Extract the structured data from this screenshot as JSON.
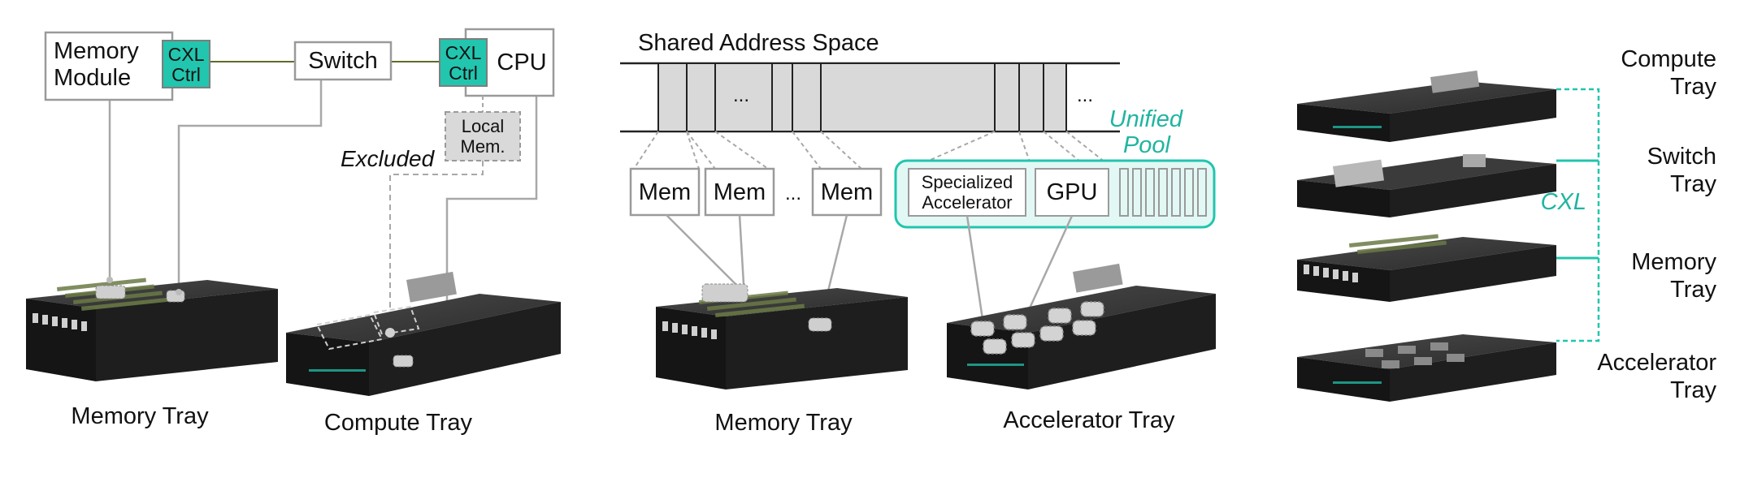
{
  "colors": {
    "cxl_fill": "#22c5ae",
    "cxl_accent": "#1fb5a0",
    "pool_fill": "#e2f8f4",
    "box_border": "#9a9a9a",
    "link_line": "#5f6b28",
    "tray_dark": "#262626"
  },
  "left_panel": {
    "memory_module": "Memory",
    "memory_module_line2": "Module",
    "cxl_ctrl_line1": "CXL",
    "cxl_ctrl_line2": "Ctrl",
    "switch": "Switch",
    "cpu": "CPU",
    "local_mem_line1": "Local",
    "local_mem_line2": "Mem.",
    "excluded": "Excluded",
    "tray_memory": "Memory Tray",
    "tray_compute": "Compute Tray"
  },
  "middle_panel": {
    "address_space_title": "Shared Address Space",
    "ellipsis": "...",
    "mem_box": "Mem",
    "unified_line1": "Unified",
    "unified_line2": "Pool",
    "accelerator_line1": "Specialized",
    "accelerator_line2": "Accelerator",
    "gpu": "GPU",
    "tray_memory": "Memory Tray",
    "tray_accelerator": "Accelerator Tray"
  },
  "right_panel": {
    "cxl_label": "CXL",
    "trays": [
      {
        "line1": "Compute",
        "line2": "Tray"
      },
      {
        "line1": "Switch",
        "line2": "Tray"
      },
      {
        "line1": "Memory",
        "line2": "Tray"
      },
      {
        "line1": "Accelerator",
        "line2": "Tray"
      }
    ]
  }
}
